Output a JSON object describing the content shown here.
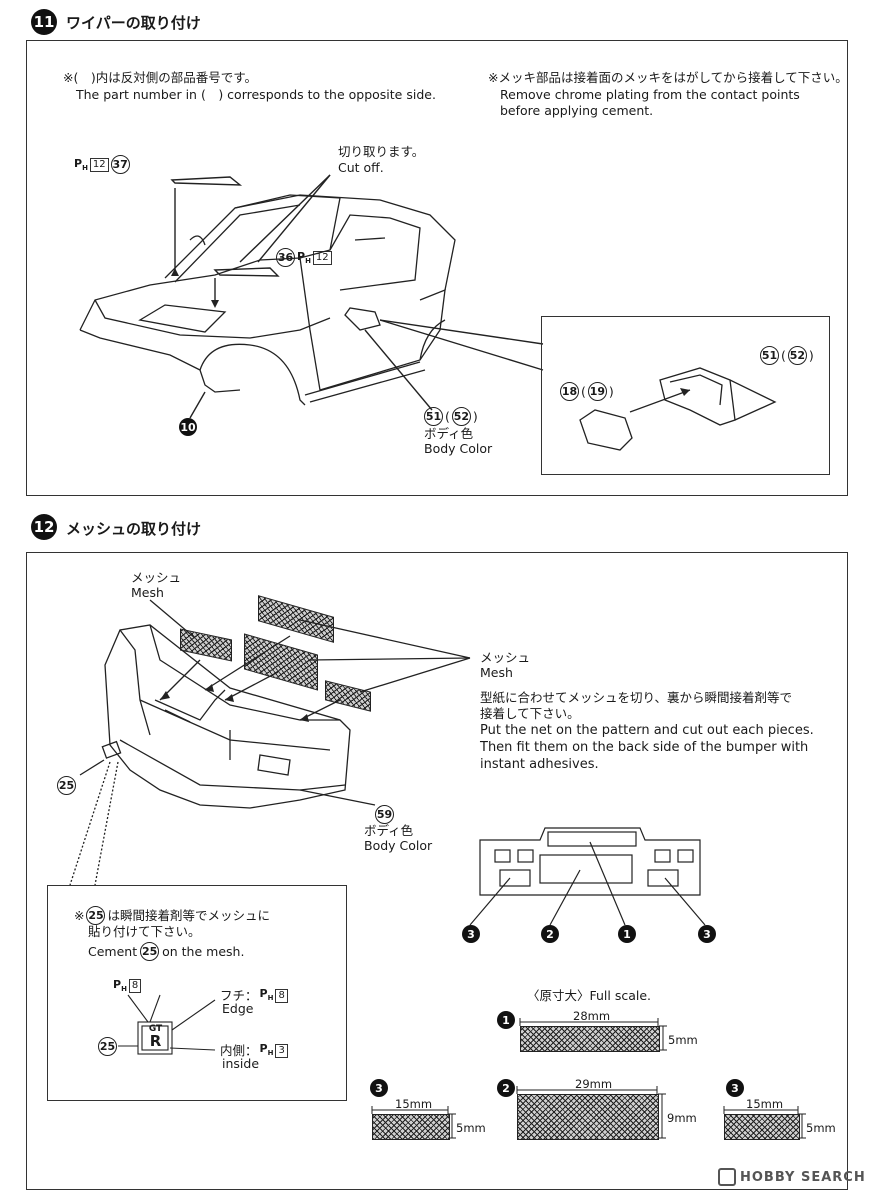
{
  "step11": {
    "number": "11",
    "title": "ワイパーの取り付け",
    "note_jp": "※(　)内は反対側の部品番号です。",
    "note_en": "The part number in (　) corresponds to the opposite side.",
    "chrome_jp": "※メッキ部品は接着面のメッキをはがしてから接着して下さい。",
    "chrome_en1": "Remove chrome plating from the contact points",
    "chrome_en2": "before applying cement.",
    "cutoff_jp": "切り取ります。",
    "cutoff_en": "Cut off.",
    "part37": "37",
    "part36": "36",
    "part10": "10",
    "part51": "51",
    "part52": "52",
    "part18": "18",
    "part19": "19",
    "ph_label": "P",
    "ph_sub": "H",
    "ph12": "12",
    "body_jp": "ボディ色",
    "body_en": "Body Color",
    "paren_open": "(",
    "paren_close": ")"
  },
  "step12": {
    "number": "12",
    "title": "メッシュの取り付け",
    "mesh_jp": "メッシュ",
    "mesh_en": "Mesh",
    "instr_jp1": "型紙に合わせてメッシュを切り、裏から瞬間接着剤等で",
    "instr_jp2": "接着して下さい。",
    "instr_en1": "Put the net on the pattern and cut out each pieces.",
    "instr_en2": "Then fit them on the back side of the bumper with",
    "instr_en3": "instant adhesives.",
    "part25": "25",
    "part59": "59",
    "body_jp": "ボディ色",
    "body_en": "Body Color",
    "cement_jp1_pre": "※",
    "cement_jp1_post": "は瞬間接着剤等でメッシュに",
    "cement_jp2": "貼り付けて下さい。",
    "cement_en_pre": "Cement",
    "cement_en_post": "on the mesh.",
    "ph8": "8",
    "ph3": "3",
    "edge_jp": "フチ：",
    "edge_en": "Edge",
    "inside_jp": "内側：",
    "inside_en": "inside",
    "emblem_top": "GT",
    "emblem_bottom": "R",
    "full_scale": "〈原寸大〉Full scale.",
    "callout_1": "1",
    "callout_2": "2",
    "callout_3": "3",
    "templates": [
      {
        "id": "1",
        "width": "28mm",
        "height": "5mm"
      },
      {
        "id": "3",
        "width": "15mm",
        "height": "5mm"
      },
      {
        "id": "2",
        "width": "29mm",
        "height": "9mm"
      },
      {
        "id": "3",
        "width": "15mm",
        "height": "5mm"
      }
    ]
  },
  "watermark": "HOBBY SEARCH"
}
